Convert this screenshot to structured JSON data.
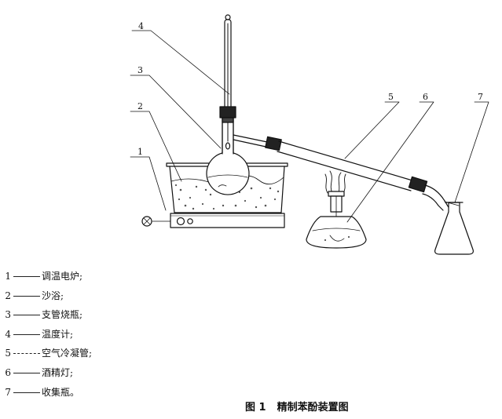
{
  "diagram": {
    "callouts": [
      "1",
      "2",
      "3",
      "4",
      "5",
      "6",
      "7"
    ]
  },
  "legend": [
    {
      "num": "1",
      "text": "调温电炉;"
    },
    {
      "num": "2",
      "text": "沙浴;"
    },
    {
      "num": "3",
      "text": "支管烧瓶;"
    },
    {
      "num": "4",
      "text": "温度计;"
    },
    {
      "num": "5",
      "text": "空气冷凝管;"
    },
    {
      "num": "6",
      "text": "酒精灯;"
    },
    {
      "num": "7",
      "text": "收集瓶。"
    }
  ],
  "caption": {
    "figure_number": "图 1",
    "title": "精制苯酚装置图"
  }
}
